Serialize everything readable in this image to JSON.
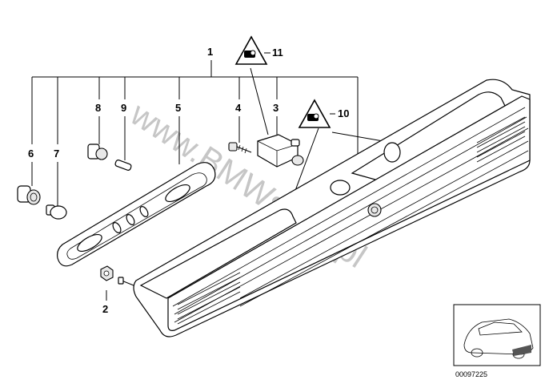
{
  "watermark": "www.BMWstore.pl",
  "reference_number": "00097225",
  "callouts": {
    "c1": "1",
    "c2": "2",
    "c3": "3",
    "c4": "4",
    "c5": "5",
    "c6": "6",
    "c7": "7",
    "c8": "8",
    "c9": "9",
    "c10": "10",
    "c11": "11"
  },
  "icons": [
    "warning-triangle-bulb-icon",
    "warning-triangle-bulb-icon",
    "car-thumbnail-icon"
  ]
}
